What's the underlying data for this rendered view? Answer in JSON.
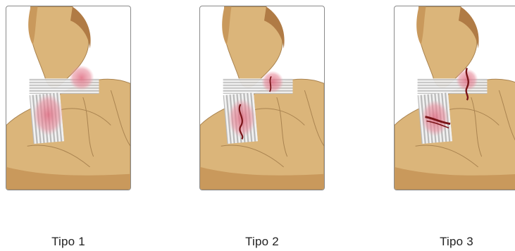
{
  "figures": [
    {
      "label": "Tipo 1"
    },
    {
      "label": "Tipo 2"
    },
    {
      "label": "Tipo 3"
    }
  ],
  "colors": {
    "bone": "#dbb57a",
    "bone_shadow": "#b07b45",
    "bone_outline": "#a98350",
    "ligament": "#d7d7d7",
    "injury": "#e48b98",
    "tear": "#7a1418"
  }
}
